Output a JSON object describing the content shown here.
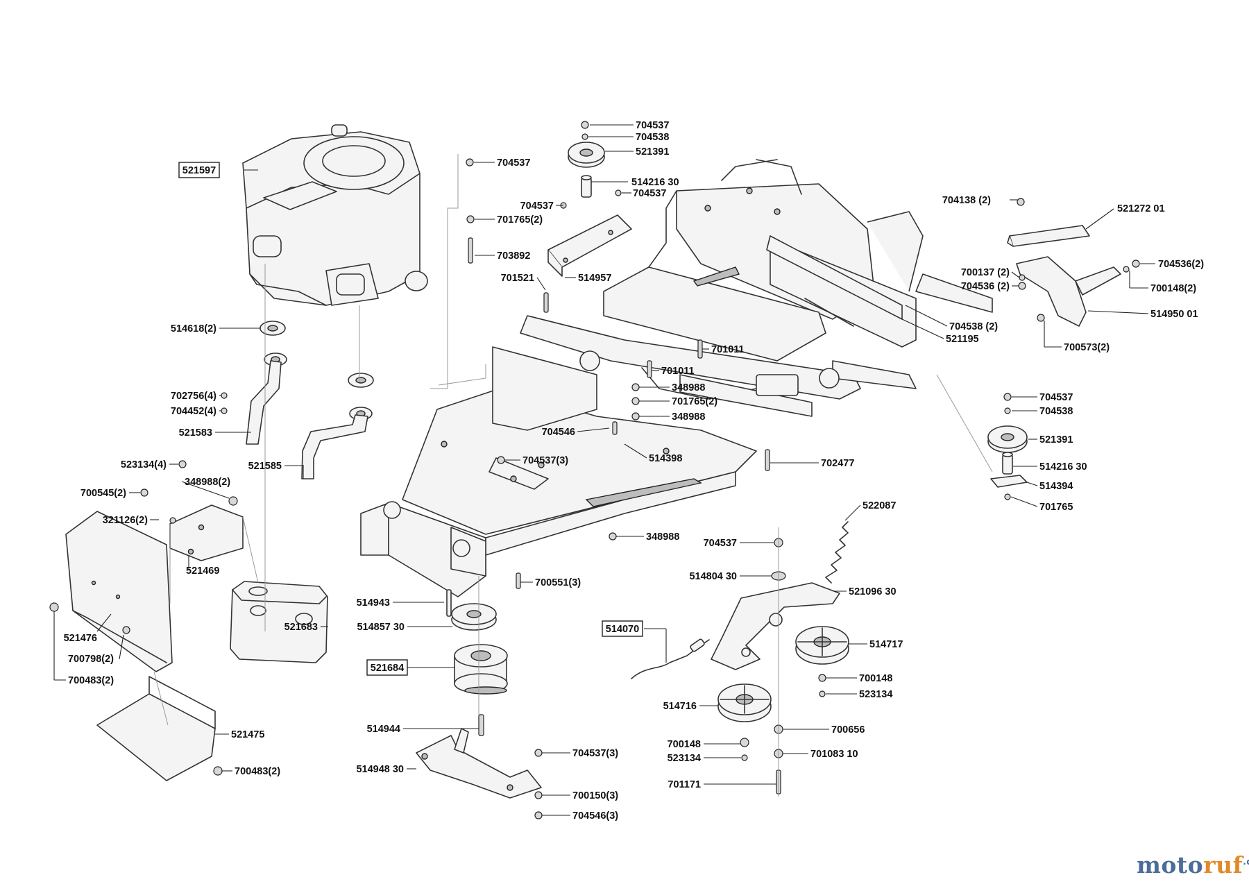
{
  "watermark": {
    "brand_main": "moto",
    "brand_accent": "ruf",
    "tld": ".de",
    "colors": {
      "main": "#4b6d97",
      "accent": "#e08a2a"
    }
  },
  "callouts": [
    {
      "id": "c01",
      "label": "704537",
      "boxed": false
    },
    {
      "id": "c02",
      "label": "704538",
      "boxed": false
    },
    {
      "id": "c03",
      "label": "521391",
      "boxed": false
    },
    {
      "id": "c04",
      "label": "704537",
      "boxed": false
    },
    {
      "id": "c05",
      "label": "514216 30",
      "boxed": false
    },
    {
      "id": "c06",
      "label": "704537",
      "boxed": false
    },
    {
      "id": "c07",
      "label": "704537",
      "boxed": false
    },
    {
      "id": "c08",
      "label": "701765(2)",
      "boxed": false
    },
    {
      "id": "c09",
      "label": "703892",
      "boxed": false
    },
    {
      "id": "c10",
      "label": "514957",
      "boxed": false
    },
    {
      "id": "c11",
      "label": "701521",
      "boxed": false
    },
    {
      "id": "c12",
      "label": "521597",
      "boxed": true
    },
    {
      "id": "c13",
      "label": "514618(2)",
      "boxed": false
    },
    {
      "id": "c14",
      "label": "702756(4)",
      "boxed": false
    },
    {
      "id": "c15",
      "label": "704452(4)",
      "boxed": false
    },
    {
      "id": "c16",
      "label": "521583",
      "boxed": false
    },
    {
      "id": "c17",
      "label": "521585",
      "boxed": false
    },
    {
      "id": "c18",
      "label": "704138 (2)",
      "boxed": false
    },
    {
      "id": "c19",
      "label": "521272 01",
      "boxed": false
    },
    {
      "id": "c20",
      "label": "700137 (2)",
      "boxed": false
    },
    {
      "id": "c21",
      "label": "704536 (2)",
      "boxed": false
    },
    {
      "id": "c22",
      "label": "704536(2)",
      "boxed": false
    },
    {
      "id": "c23",
      "label": "700148(2)",
      "boxed": false
    },
    {
      "id": "c24",
      "label": "514950 01",
      "boxed": false
    },
    {
      "id": "c25",
      "label": "704538 (2)",
      "boxed": false
    },
    {
      "id": "c26",
      "label": "521195",
      "boxed": false
    },
    {
      "id": "c27",
      "label": "700573(2)",
      "boxed": false
    },
    {
      "id": "c28",
      "label": "701011",
      "boxed": false
    },
    {
      "id": "c29",
      "label": "701011",
      "boxed": false
    },
    {
      "id": "c30",
      "label": "348988",
      "boxed": false
    },
    {
      "id": "c31",
      "label": "701765(2)",
      "boxed": false
    },
    {
      "id": "c32",
      "label": "348988",
      "boxed": false
    },
    {
      "id": "c33",
      "label": "704546",
      "boxed": false
    },
    {
      "id": "c34",
      "label": "514398",
      "boxed": false
    },
    {
      "id": "c35",
      "label": "704537(3)",
      "boxed": false
    },
    {
      "id": "c36",
      "label": "702477",
      "boxed": false
    },
    {
      "id": "c37",
      "label": "704537",
      "boxed": false
    },
    {
      "id": "c38",
      "label": "704538",
      "boxed": false
    },
    {
      "id": "c39",
      "label": "521391",
      "boxed": false
    },
    {
      "id": "c40",
      "label": "514216 30",
      "boxed": false
    },
    {
      "id": "c41",
      "label": "514394",
      "boxed": false
    },
    {
      "id": "c42",
      "label": "701765",
      "boxed": false
    },
    {
      "id": "c43",
      "label": "523134(4)",
      "boxed": false
    },
    {
      "id": "c44",
      "label": "348988(2)",
      "boxed": false
    },
    {
      "id": "c45",
      "label": "700545(2)",
      "boxed": false
    },
    {
      "id": "c46",
      "label": "321126(2)",
      "boxed": false
    },
    {
      "id": "c47",
      "label": "521469",
      "boxed": false
    },
    {
      "id": "c48",
      "label": "521683",
      "boxed": false
    },
    {
      "id": "c49",
      "label": "521476",
      "boxed": false
    },
    {
      "id": "c50",
      "label": "700798(2)",
      "boxed": false
    },
    {
      "id": "c51",
      "label": "700483(2)",
      "boxed": false
    },
    {
      "id": "c52",
      "label": "521475",
      "boxed": false
    },
    {
      "id": "c53",
      "label": "700483(2)",
      "boxed": false
    },
    {
      "id": "c54",
      "label": "348988",
      "boxed": false
    },
    {
      "id": "c55",
      "label": "700551(3)",
      "boxed": false
    },
    {
      "id": "c56",
      "label": "514943",
      "boxed": false
    },
    {
      "id": "c57",
      "label": "514857 30",
      "boxed": false
    },
    {
      "id": "c58",
      "label": "521684",
      "boxed": true
    },
    {
      "id": "c59",
      "label": "514944",
      "boxed": false
    },
    {
      "id": "c60",
      "label": "514948 30",
      "boxed": false
    },
    {
      "id": "c61",
      "label": "704537(3)",
      "boxed": false
    },
    {
      "id": "c62",
      "label": "700150(3)",
      "boxed": false
    },
    {
      "id": "c63",
      "label": "704546(3)",
      "boxed": false
    },
    {
      "id": "c64",
      "label": "522087",
      "boxed": false
    },
    {
      "id": "c65",
      "label": "704537",
      "boxed": false
    },
    {
      "id": "c66",
      "label": "514804 30",
      "boxed": false
    },
    {
      "id": "c67",
      "label": "521096 30",
      "boxed": false
    },
    {
      "id": "c68",
      "label": "514070",
      "boxed": true
    },
    {
      "id": "c69",
      "label": "514717",
      "boxed": false
    },
    {
      "id": "c70",
      "label": "700148",
      "boxed": false
    },
    {
      "id": "c71",
      "label": "523134",
      "boxed": false
    },
    {
      "id": "c72",
      "label": "514716",
      "boxed": false
    },
    {
      "id": "c73",
      "label": "700656",
      "boxed": false
    },
    {
      "id": "c74",
      "label": "700148",
      "boxed": false
    },
    {
      "id": "c75",
      "label": "523134",
      "boxed": false
    },
    {
      "id": "c76",
      "label": "701083 10",
      "boxed": false
    },
    {
      "id": "c77",
      "label": "701171",
      "boxed": false
    }
  ]
}
